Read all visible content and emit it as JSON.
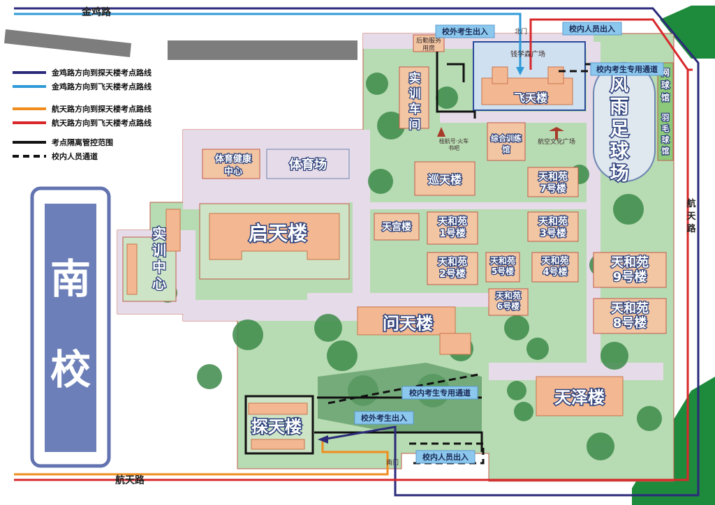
{
  "title": "南校",
  "roads": {
    "top": "金鸡路",
    "bottom": "航天路",
    "right": "航天路"
  },
  "legend": [
    {
      "label": "金鸡路方向到探天楼考点路线",
      "color": "#2b2a7a",
      "style": "solid"
    },
    {
      "label": "金鸡路方向到飞天楼考点路线",
      "color": "#2e9ad8",
      "style": "solid"
    },
    {
      "label": "航天路方向到探天楼考点路线",
      "color": "#f08c1e",
      "style": "solid"
    },
    {
      "label": "航天路方向到飞天楼考点路线",
      "color": "#d8282a",
      "style": "solid"
    },
    {
      "label": "考点隔离管控范围",
      "color": "#111111",
      "style": "solid"
    },
    {
      "label": "校内人员通道",
      "color": "#111111",
      "style": "dashed"
    }
  ],
  "buildings": {
    "feitian": "飞天楼",
    "qitian": "启天楼",
    "wentian": "问天楼",
    "tantian": "探天楼",
    "tianze": "天泽楼",
    "xuntian": "巡天楼",
    "tiangong": "天宫楼",
    "sports_health": "体育健康中心",
    "sports_field": "体育场",
    "training_center": "实训中心",
    "workshop": "实训车间",
    "stadium": "风雨足球场",
    "tennis": "网球馆",
    "badminton": "羽毛球馆",
    "comprehensive": "综合训练馆",
    "logistics": "后勤服务用房",
    "qianxuesen": "钱学森广场",
    "aviation_plaza": "航空文化广场",
    "train_bar": "桂航号·火车书吧",
    "thy1": "天和苑1号楼",
    "thy2": "天和苑2号楼",
    "thy3": "天和苑3号楼",
    "thy4": "天和苑4号楼",
    "thy5": "天和苑5号楼",
    "thy6": "天和苑6号楼",
    "thy7": "天和苑7号楼",
    "thy8": "天和苑8号楼",
    "thy9": "天和苑9号楼",
    "north_gate": "北门",
    "south_gate": "南门"
  },
  "callouts": {
    "outside_top": "校外考生出入",
    "staff_top": "校内人员出入",
    "inside_top": "校内考生专用通道",
    "inside_mid": "校内考生专用通道",
    "outside_bottom": "校外考生出入",
    "staff_bottom": "校内人员出入"
  }
}
